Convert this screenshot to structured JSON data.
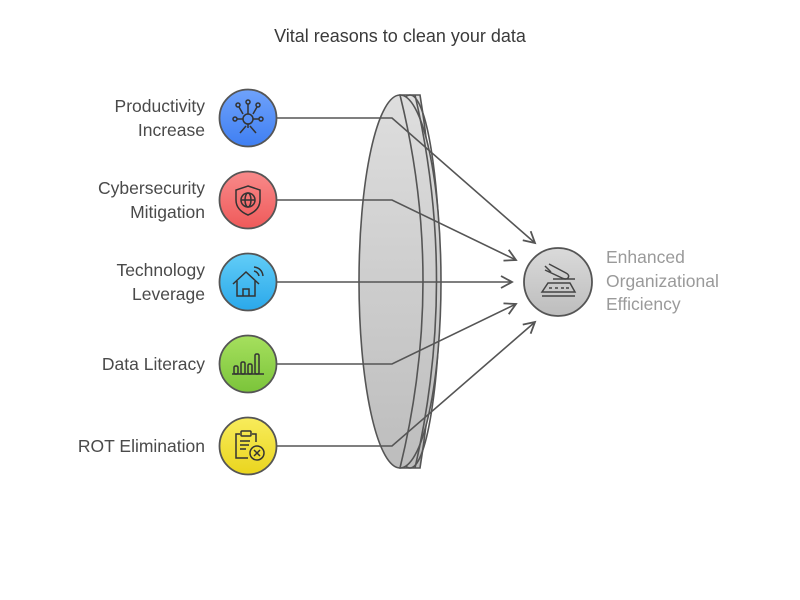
{
  "title": "Vital reasons to clean your data",
  "inputs": [
    {
      "line1": "Productivity",
      "line2": "Increase",
      "icon": "people-network-icon",
      "color": "#4f8cf7"
    },
    {
      "line1": "Cybersecurity",
      "line2": "Mitigation",
      "icon": "shield-globe-icon",
      "color": "#f26a6a"
    },
    {
      "line1": "Technology",
      "line2": "Leverage",
      "icon": "smart-home-icon",
      "color": "#3cb5f0"
    },
    {
      "line1": "Data Literacy",
      "line2": "",
      "icon": "bar-chart-icon",
      "color": "#8ed14a"
    },
    {
      "line1": "ROT Elimination",
      "line2": "",
      "icon": "clipboard-x-icon",
      "color": "#f2e03a"
    }
  ],
  "output": {
    "line1": "Enhanced",
    "line2": "Organizational",
    "line3": "Efficiency",
    "icon": "airplane-landing-icon",
    "color": "#cfcfcf"
  }
}
